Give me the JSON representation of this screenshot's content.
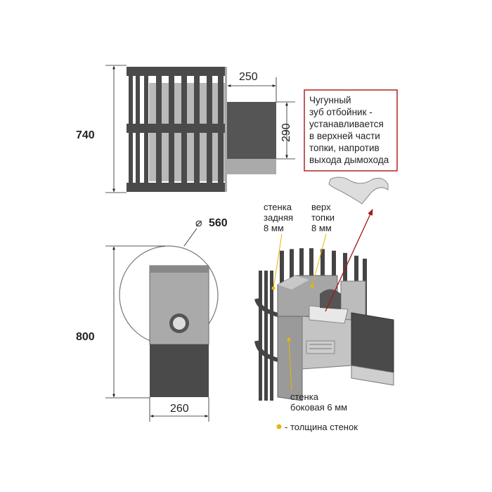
{
  "dimensions": {
    "height_side": "740",
    "flue_length": "250",
    "flue_height": "290",
    "diameter_symbol": "⌀",
    "diameter": "560",
    "height_front": "800",
    "flue_width": "260"
  },
  "callout": {
    "lines": [
      "Чугунный",
      "зуб отбойник -",
      "устанавливается",
      "в верхней части",
      "топки, напротив",
      "выхода дымохода"
    ],
    "border_color": "#b22222"
  },
  "labels": {
    "back_wall": [
      "стенка",
      "задняя",
      "8 мм"
    ],
    "top_firebox": [
      "верх",
      "топки",
      "8 мм"
    ],
    "side_wall": [
      "стенка",
      "боковая 6 мм"
    ]
  },
  "legend": {
    "marker_color": "#e6b800",
    "text": "- толщина стенок"
  }
}
